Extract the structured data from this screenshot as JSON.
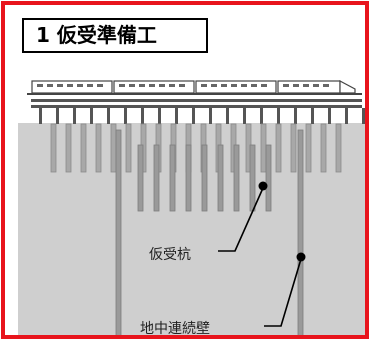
{
  "title": "1 仮受準備工",
  "labels": {
    "temporary_pile": "仮受杭",
    "diaphragm_wall": "地中連続壁"
  },
  "colors": {
    "frame": "#e8141c",
    "ground": "#cfcfcf",
    "pile": "#9a9a9a"
  }
}
